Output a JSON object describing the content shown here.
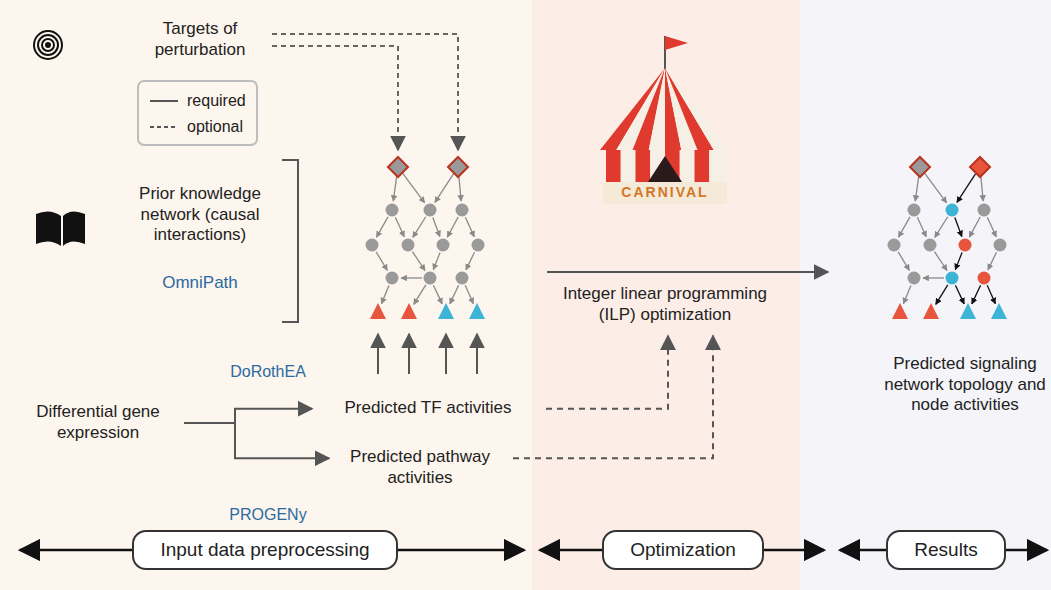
{
  "diagram": {
    "nodes": [
      {
        "text": [
          "Differential gene expression"
        ]
      },
      {
        "text": [
          "Predicted TF activities"
        ]
      },
      {
        "text": [
          "Predicted pathway activities"
        ]
      },
      {
        "text": [
          "Integer linear programming (ILP) optimization"
        ]
      },
      {
        "text": [
          "Input data preprocessing"
        ]
      },
      {
        "text": [
          "Optimization"
        ]
      },
      {
        "text": [
          "Results"
        ]
      }
    ],
    "edges": [
      {
        "from": 0,
        "to": 1,
        "label": "DoRothEA",
        "arrow": "to"
      },
      {
        "from": 0,
        "to": 2,
        "label": "PROGENy",
        "arrow": "to"
      },
      {
        "from": 1,
        "to": 3,
        "arrow": "to"
      },
      {
        "from": 2,
        "to": 3,
        "arrow": "to"
      }
    ],
    "labels": [
      "Targets of perturbation",
      "Prior knowledge network (causal interactions)",
      "OmniPath",
      "CARNIVAL",
      "Predicted signaling network topology and node activities"
    ],
    "legend": [
      {
        "text": "required"
      },
      {
        "text": "optional"
      }
    ]
  }
}
